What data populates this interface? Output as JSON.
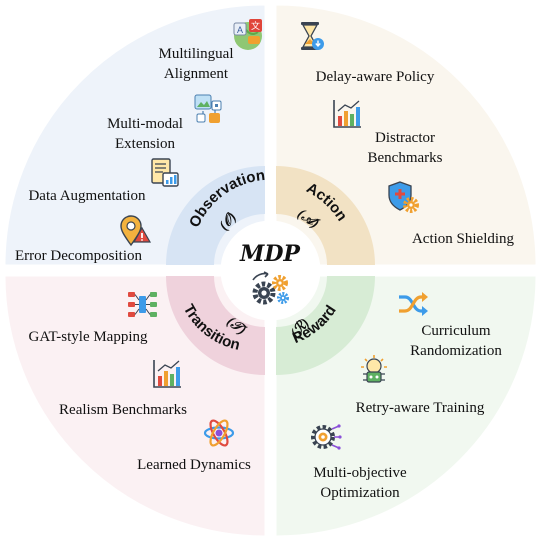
{
  "center": {
    "title": "MDP"
  },
  "quadrants": {
    "observation": {
      "name": "Observation",
      "symbol": "(𝒪)",
      "colors": {
        "outer": "#eef3fa",
        "ring": "#d7e4f4"
      },
      "items": [
        {
          "lines": [
            "Multilingual",
            "Alignment"
          ],
          "icon": "translate-icon"
        },
        {
          "lines": [
            "Multi-modal",
            "Extension"
          ],
          "icon": "multimodal-icon"
        },
        {
          "lines": [
            "Data Augmentation"
          ],
          "icon": "document-chart-icon"
        },
        {
          "lines": [
            "Error Decomposition"
          ],
          "icon": "warning-pin-icon"
        }
      ]
    },
    "action": {
      "name": "Action",
      "symbol": "(𝒜)",
      "colors": {
        "outer": "#faf6ee",
        "ring": "#f2e2c4"
      },
      "items": [
        {
          "lines": [
            "Delay-aware Policy"
          ],
          "icon": "hourglass-icon"
        },
        {
          "lines": [
            "Distractor",
            "Benchmarks"
          ],
          "icon": "bar-chart-icon"
        },
        {
          "lines": [
            "Action Shielding"
          ],
          "icon": "shield-gear-icon"
        }
      ]
    },
    "transition": {
      "name": "Transition",
      "symbol": "(𝒯)",
      "colors": {
        "outer": "#fbf1f3",
        "ring": "#efd2dc"
      },
      "items": [
        {
          "lines": [
            "GAT-style Mapping"
          ],
          "icon": "graph-mapping-icon"
        },
        {
          "lines": [
            "Realism Benchmarks"
          ],
          "icon": "bar-chart-icon"
        },
        {
          "lines": [
            "Learned Dynamics"
          ],
          "icon": "atom-icon"
        }
      ]
    },
    "reward": {
      "name": "Reward",
      "symbol": "(ℛ)",
      "colors": {
        "outer": "#f1f8f0",
        "ring": "#d7ecd5"
      },
      "items": [
        {
          "lines": [
            "Curriculum",
            "Randomization"
          ],
          "icon": "shuffle-icon"
        },
        {
          "lines": [
            "Retry-aware Training"
          ],
          "icon": "robot-bulb-icon"
        },
        {
          "lines": [
            "Multi-objective",
            "Optimization"
          ],
          "icon": "gear-target-icon"
        }
      ]
    }
  }
}
